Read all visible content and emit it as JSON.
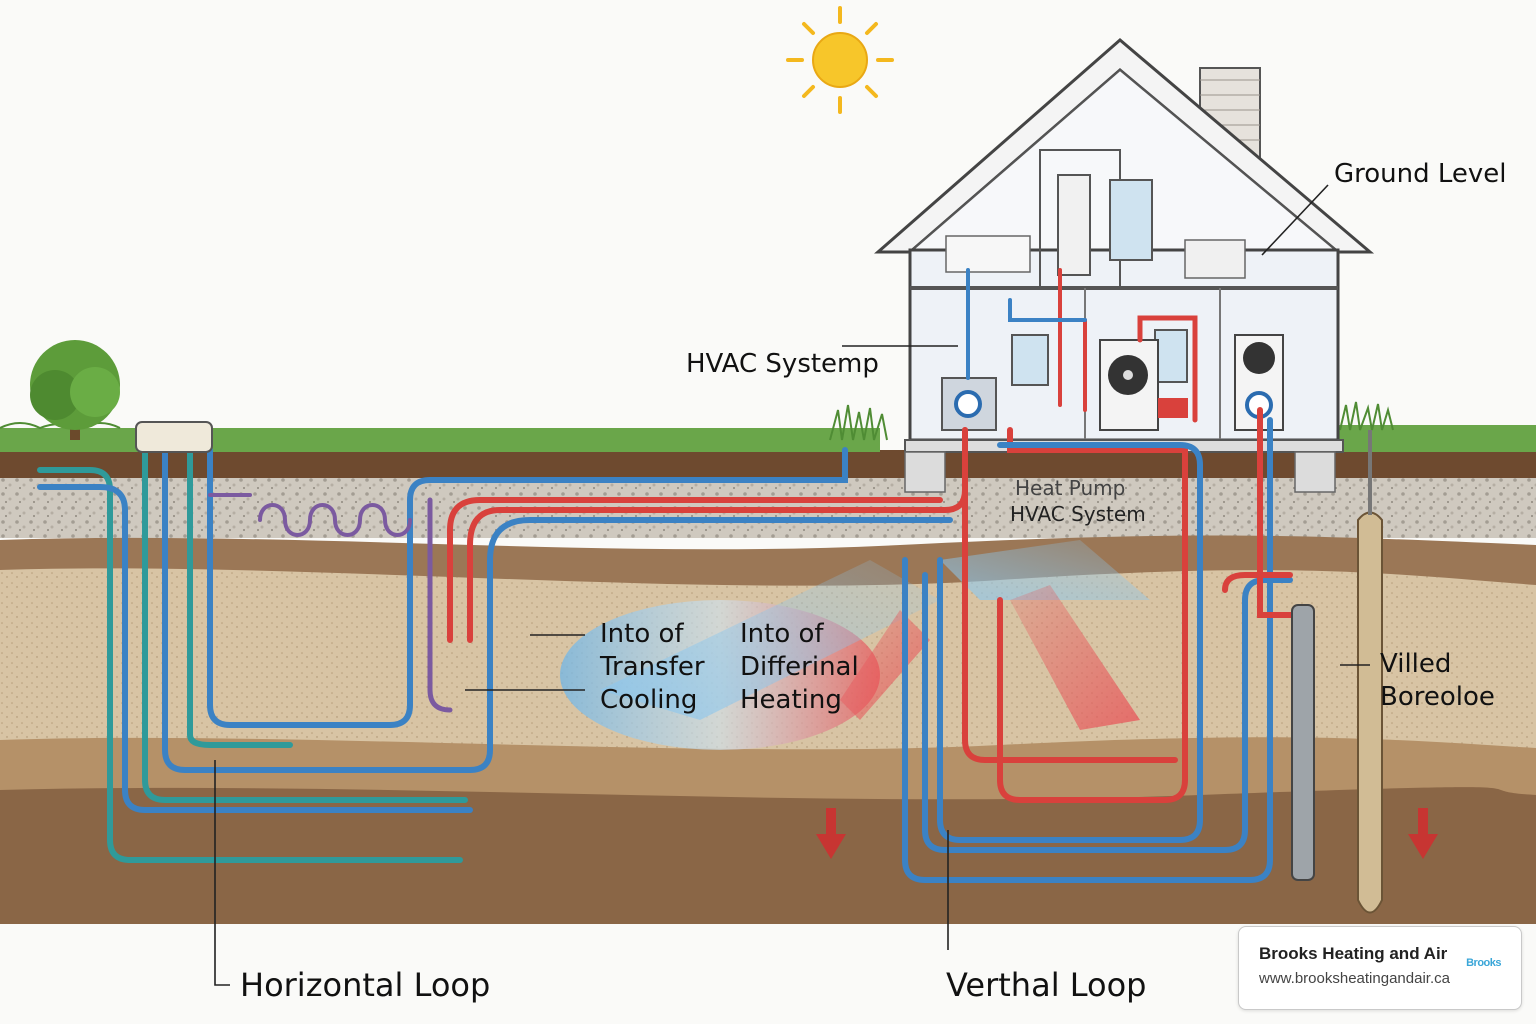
{
  "labels": {
    "ground_level": "Ground Level",
    "hvac_system_top": "HVAC Systemp",
    "heat_pump": "Heat Pump",
    "hvac_system_mid": "HVAC System",
    "into_transfer": [
      "Into of",
      "Transfer",
      "Cooling"
    ],
    "into_differential": [
      "Into of",
      "Differinal",
      "Heating"
    ],
    "villed_borehole": [
      "Villed",
      "Boreoloe"
    ],
    "horizontal_loop": "Horizontal Loop",
    "vertical_loop": "Verthal Loop"
  },
  "brand": {
    "name": "Brooks Heating and Air",
    "url": "www.brooksheatingandair.ca",
    "logo_text": "Brooks"
  },
  "colors": {
    "sky": "#fafaf8",
    "grass": "#6aa64a",
    "topsoil": "#6e4a2f",
    "gravel": "#c9c4bb",
    "sand": "#e8d2b0",
    "clay": "#b08a60",
    "deep_soil": "#8c6a48",
    "cold_pipe": "#3b82c4",
    "teal_pipe": "#2f9a9a",
    "hot_pipe": "#d9413c",
    "purple_pipe": "#7b5aa0",
    "sun": "#f7c62a"
  },
  "icons": [
    "sun-icon",
    "tree-icon",
    "house-icon",
    "chimney-icon",
    "fan-unit-icon",
    "down-arrow-icon"
  ]
}
